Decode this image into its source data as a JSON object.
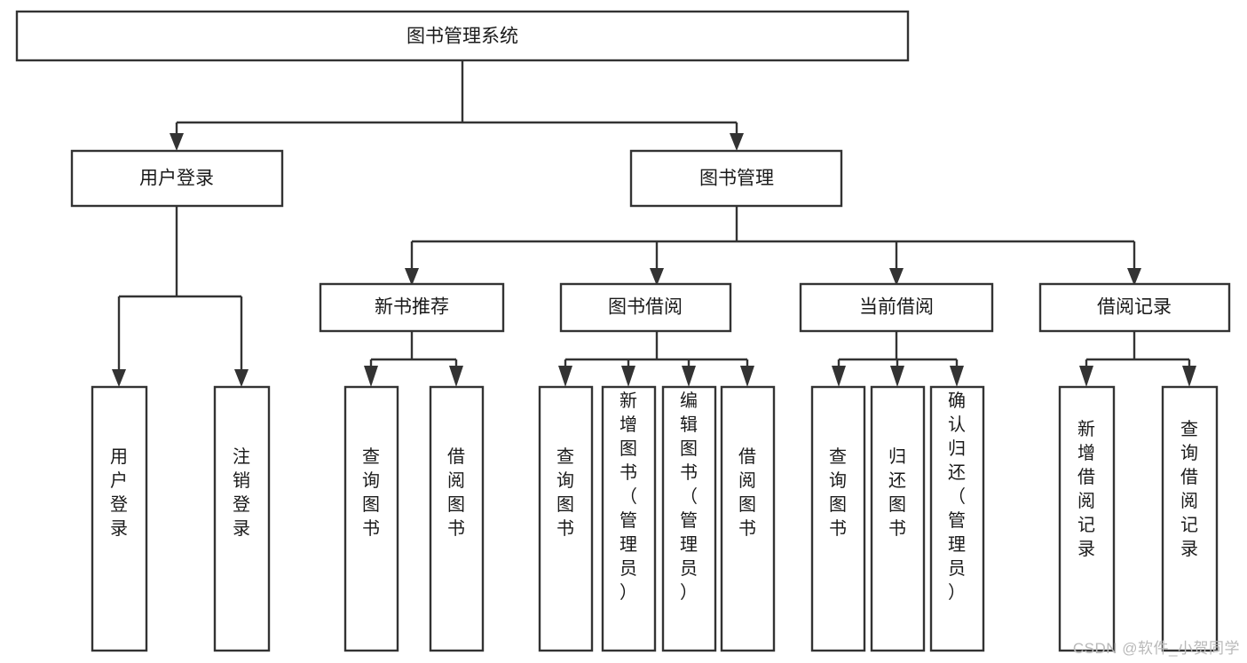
{
  "diagram": {
    "title": "图书管理系统",
    "type": "tree",
    "orientation": "top-down",
    "colors": {
      "box_stroke": "#333333",
      "box_fill": "#ffffff",
      "text": "#1a1a1a",
      "background": "#ffffff",
      "watermark": "#b9b9b9"
    },
    "root": {
      "id": "root",
      "label": "图书管理系统",
      "level": 0,
      "orientation": "horizontal"
    },
    "level1": [
      {
        "id": "user-login",
        "label": "用户登录",
        "level": 1,
        "orientation": "horizontal"
      },
      {
        "id": "book-manage",
        "label": "图书管理",
        "level": 1,
        "orientation": "horizontal"
      }
    ],
    "level2": [
      {
        "id": "new-book-recommend",
        "label": "新书推荐",
        "level": 2,
        "orientation": "horizontal",
        "parent": "book-manage"
      },
      {
        "id": "book-borrow",
        "label": "图书借阅",
        "level": 2,
        "orientation": "horizontal",
        "parent": "book-manage"
      },
      {
        "id": "current-borrow",
        "label": "当前借阅",
        "level": 2,
        "orientation": "horizontal",
        "parent": "book-manage"
      },
      {
        "id": "borrow-record",
        "label": "借阅记录",
        "level": 2,
        "orientation": "horizontal",
        "parent": "book-manage"
      }
    ],
    "leaves": [
      {
        "id": "leaf-user-login",
        "label": "用户登录",
        "level": 2,
        "orientation": "vertical",
        "parent": "user-login"
      },
      {
        "id": "leaf-logout-login",
        "label": "注销登录",
        "level": 2,
        "orientation": "vertical",
        "parent": "user-login"
      },
      {
        "id": "leaf-query-book-rec",
        "label": "查询图书",
        "level": 3,
        "orientation": "vertical",
        "parent": "new-book-recommend"
      },
      {
        "id": "leaf-borrow-book-rec",
        "label": "借阅图书",
        "level": 3,
        "orientation": "vertical",
        "parent": "new-book-recommend"
      },
      {
        "id": "leaf-query-book-borrow",
        "label": "查询图书",
        "level": 3,
        "orientation": "vertical",
        "parent": "book-borrow"
      },
      {
        "id": "leaf-add-book-admin",
        "label": "新增图书（管理员）",
        "level": 3,
        "orientation": "vertical",
        "parent": "book-borrow"
      },
      {
        "id": "leaf-edit-book-admin",
        "label": "编辑图书（管理员）",
        "level": 3,
        "orientation": "vertical",
        "parent": "book-borrow"
      },
      {
        "id": "leaf-borrow-book",
        "label": "借阅图书",
        "level": 3,
        "orientation": "vertical",
        "parent": "book-borrow"
      },
      {
        "id": "leaf-query-book-current",
        "label": "查询图书",
        "level": 3,
        "orientation": "vertical",
        "parent": "current-borrow"
      },
      {
        "id": "leaf-return-book",
        "label": "归还图书",
        "level": 3,
        "orientation": "vertical",
        "parent": "current-borrow"
      },
      {
        "id": "leaf-confirm-return-admin",
        "label": "确认归还（管理员）",
        "level": 3,
        "orientation": "vertical",
        "parent": "current-borrow"
      },
      {
        "id": "leaf-add-borrow-record",
        "label": "新增借阅记录",
        "level": 3,
        "orientation": "vertical",
        "parent": "borrow-record"
      },
      {
        "id": "leaf-query-borrow-record",
        "label": "查询借阅记录",
        "level": 3,
        "orientation": "vertical",
        "parent": "borrow-record"
      }
    ]
  },
  "watermark": {
    "text": "CSDN @软件_小贺同学"
  }
}
